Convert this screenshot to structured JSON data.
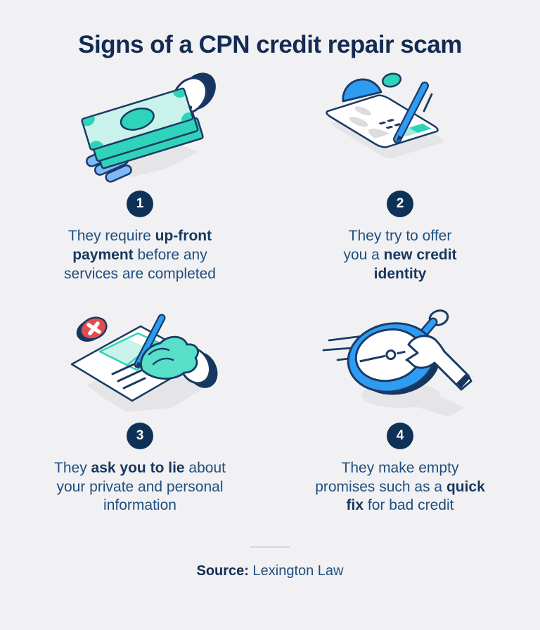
{
  "page": {
    "title": "Signs of a CPN credit repair scam"
  },
  "items": [
    {
      "number": "1",
      "icon": "money-in-hand-icon",
      "text": {
        "pre": "They require ",
        "bold": "up-front payment",
        "post": " before any services are completed"
      }
    },
    {
      "number": "2",
      "icon": "id-card-pen-icon",
      "text": {
        "pre": "They try to offer you a ",
        "bold": "new credit identity",
        "post": ""
      }
    },
    {
      "number": "3",
      "icon": "document-signing-icon",
      "text": {
        "pre": "They ",
        "bold": "ask you to lie",
        "post": " about your private and personal information"
      }
    },
    {
      "number": "4",
      "icon": "stopwatch-wrench-icon",
      "text": {
        "pre": "They make empty promises such as a ",
        "bold": "quick fix",
        "post": " for bad credit"
      }
    }
  ],
  "footer": {
    "source_label": "Source:",
    "source_value": " Lexington Law"
  },
  "colors": {
    "background": "#f1f1f3",
    "title_navy": "#142b52",
    "body_text": "#1f4e7f",
    "badge_navy": "#0e3158",
    "outline_navy": "#1b3a66",
    "blue": "#2f9cf4",
    "light_blue": "#7db9f8",
    "teal": "#2fd3b9",
    "mint": "#c9f3ea",
    "red": "#e04d4d",
    "shadow_gray": "#e5e5e7",
    "silhouette_gray": "#dcdcdf"
  }
}
